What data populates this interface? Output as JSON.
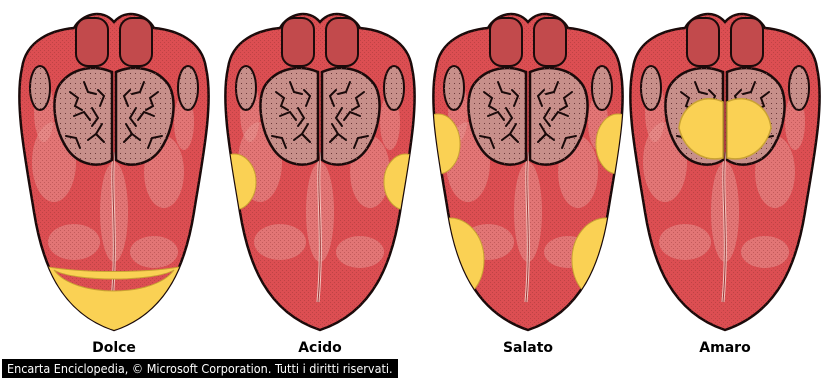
{
  "tongues": [
    {
      "label": "Dolce",
      "zone": "tip"
    },
    {
      "label": "Acido",
      "zone": "sides"
    },
    {
      "label": "Salato",
      "zone": "front-sides"
    },
    {
      "label": "Amaro",
      "zone": "back"
    }
  ],
  "credit": "Encarta Enciclopedia, © Microsoft Corporation. Tutti i diritti riservati.",
  "colors": {
    "tongue": "#dc4e52",
    "tongue_light": "#e79691",
    "papillae": "#c78f8a",
    "outline": "#1a0a0a",
    "taste_zone": "#fad154"
  }
}
